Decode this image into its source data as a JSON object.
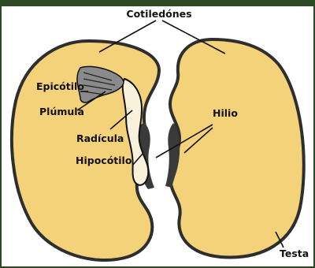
{
  "labels": {
    "cotiledones": "Cotiledónes",
    "epicotilo": "Epicótilo",
    "plumula": "Plúmula",
    "radicula": "Radícula",
    "hipocotilo": "Hipocótilo",
    "hilio": "Hilio",
    "testa": "Testa"
  },
  "colors": {
    "frame": "#2b4a23",
    "cotyledon_fill": "#f4d27a",
    "seed_coat": "#2e2e2e",
    "embryo_fill": "#f8f1dc",
    "line": "#111111"
  }
}
